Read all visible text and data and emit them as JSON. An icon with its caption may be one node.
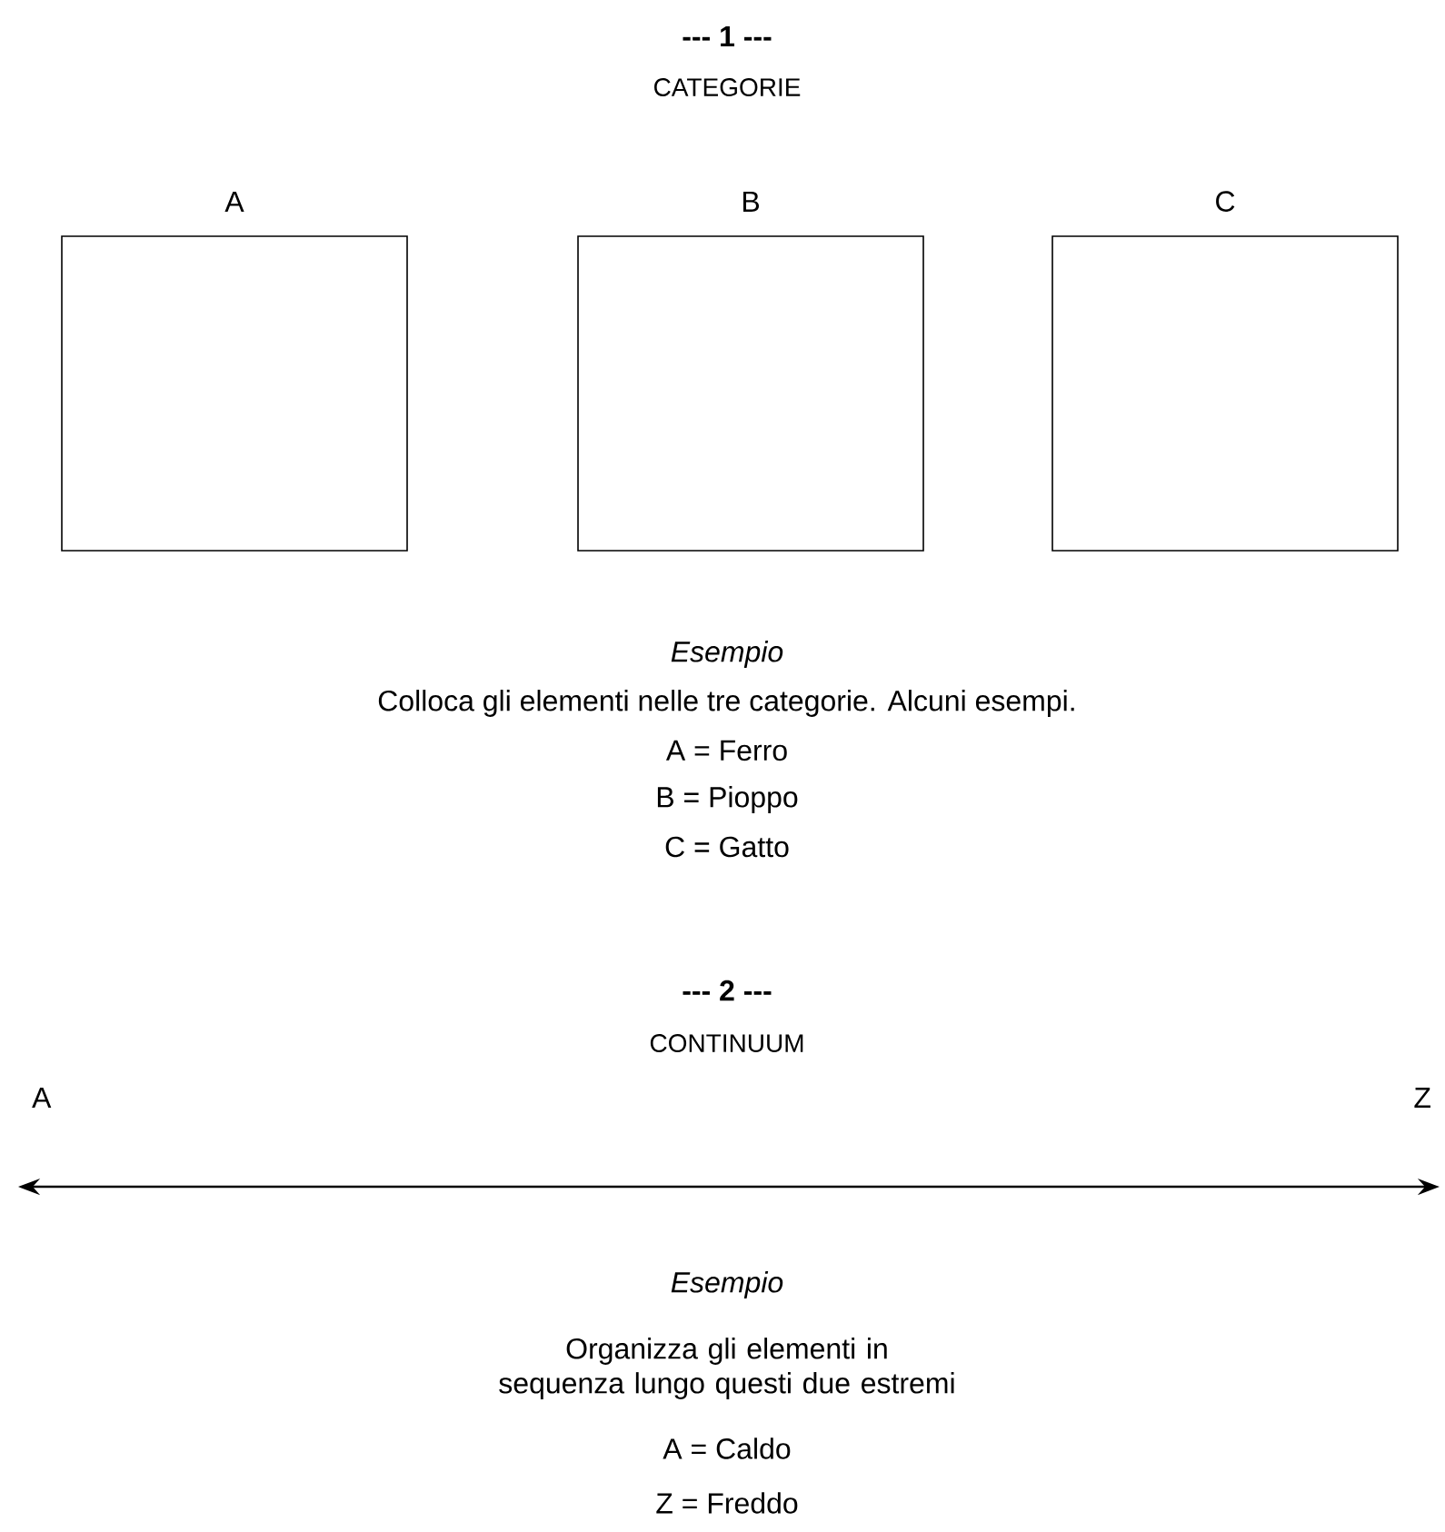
{
  "diagram": {
    "nodes": [
      {
        "text": [
          "A"
        ]
      },
      {
        "text": [
          "B"
        ]
      },
      {
        "text": [
          "C"
        ]
      }
    ],
    "labels": [
      "--- 1 ---",
      "CATEGORIE",
      "Esempio",
      "Colloca gli elementi nelle tre categorie. Alcuni esempi.",
      "A = Ferro",
      "B = Pioppo",
      "C = Gatto",
      "--- 2 ---",
      "CONTINUUM",
      "A",
      "Z",
      "Esempio",
      "Organizza gli elementi in sequenza lungo questi due estremi",
      "A = Caldo",
      "Z = Freddo"
    ]
  }
}
